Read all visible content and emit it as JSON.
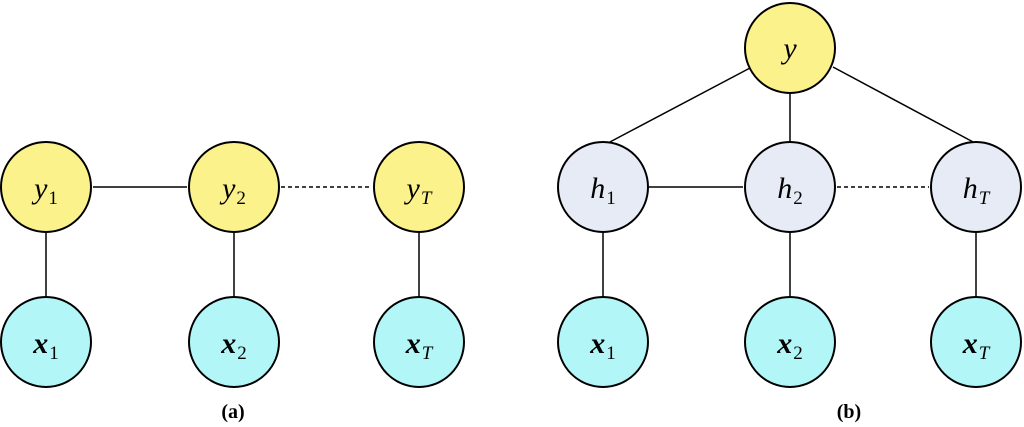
{
  "colors": {
    "output_node": "#FBF28C",
    "hidden_node": "#E6EBF5",
    "input_node": "#B2F6F7",
    "stroke": "#000000"
  },
  "panel_a": {
    "caption": "(a)",
    "top_nodes": [
      {
        "symbol": "y",
        "subscript": "1"
      },
      {
        "symbol": "y",
        "subscript": "2"
      },
      {
        "symbol": "y",
        "subscript": "T"
      }
    ],
    "bottom_nodes": [
      {
        "symbol": "x",
        "subscript": "1"
      },
      {
        "symbol": "x",
        "subscript": "2"
      },
      {
        "symbol": "x",
        "subscript": "T"
      }
    ]
  },
  "panel_b": {
    "caption": "(b)",
    "root_node": {
      "symbol": "y"
    },
    "hidden_nodes": [
      {
        "symbol": "h",
        "subscript": "1"
      },
      {
        "symbol": "h",
        "subscript": "2"
      },
      {
        "symbol": "h",
        "subscript": "T"
      }
    ],
    "bottom_nodes": [
      {
        "symbol": "x",
        "subscript": "1"
      },
      {
        "symbol": "x",
        "subscript": "2"
      },
      {
        "symbol": "x",
        "subscript": "T"
      }
    ]
  }
}
